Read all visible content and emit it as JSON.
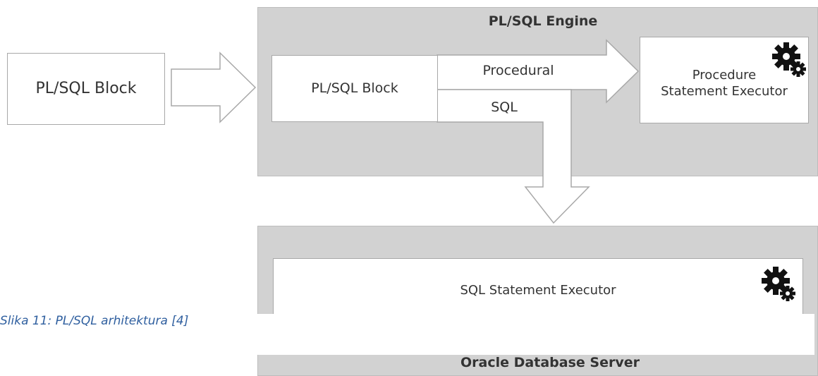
{
  "diagram": {
    "external_block": {
      "label": "PL/SQL Block"
    },
    "engine": {
      "title": "PL/SQL Engine",
      "block_label": "PL/SQL Block",
      "procedural_label": "Procedural",
      "sql_label": "SQL",
      "executor_label": "Procedure\nStatement Executor",
      "executor_icon": "gears-icon"
    },
    "server": {
      "title": "Oracle Database Server",
      "executor_label": "SQL Statement Executor",
      "executor_icon": "gears-icon"
    }
  },
  "caption": "Slika 11: PL/SQL arhitektura [4]"
}
